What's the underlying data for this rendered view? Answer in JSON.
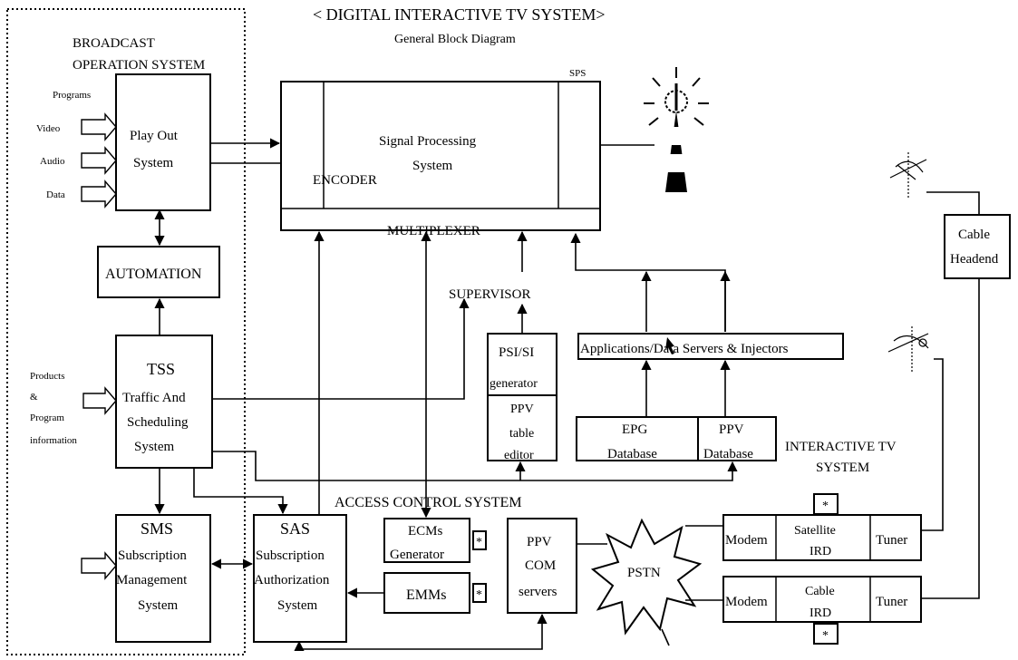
{
  "title": "< DIGITAL INTERACTIVE TV SYSTEM>",
  "subtitle": "General Block Diagram",
  "broadcast": {
    "label_line1": "BROADCAST",
    "label_line2": "OPERATION SYSTEM",
    "inputs": [
      "Programs",
      "Video",
      "Audio",
      "Data"
    ],
    "playout": [
      "Play  Out",
      "System"
    ],
    "automation": "AUTOMATION",
    "tss": [
      "TSS",
      "Traffic And",
      "Scheduling",
      "System"
    ],
    "products": [
      "Products",
      "&",
      "Program",
      "information"
    ],
    "sms": [
      "SMS",
      "Subscription",
      "Management",
      "System"
    ]
  },
  "sps": {
    "tag": "SPS",
    "signal": [
      "Signal Processing",
      "System"
    ],
    "encoder": "ENCODER",
    "multiplexer": "MULTIPLEXER"
  },
  "supervisor": "SUPERVISOR",
  "psi": [
    "PSI/SI",
    "generator"
  ],
  "ppv_table": [
    "PPV",
    "table",
    "editor"
  ],
  "apps": "Applications/Data Servers & Injectors",
  "epg": [
    "EPG",
    "Database"
  ],
  "ppv_db": [
    "PPV",
    "Database"
  ],
  "interactive": [
    "INTERACTIVE TV",
    "SYSTEM"
  ],
  "access_control": "ACCESS CONTROL SYSTEM",
  "sas": [
    "SAS",
    "Subscription",
    "Authorization",
    "System"
  ],
  "ecms": [
    "ECMs",
    "Generator"
  ],
  "emms": "EMMs",
  "star": "*",
  "ppv_com": [
    "PPV",
    "COM",
    "servers"
  ],
  "pstn": "PSTN",
  "satellite_row": {
    "modem": "Modem",
    "ird": [
      "Satellite",
      "IRD"
    ],
    "tuner": "Tuner"
  },
  "cable_row": {
    "modem": "Modem",
    "ird": [
      "Cable",
      "IRD"
    ],
    "tuner": "Tuner"
  },
  "headend": [
    "Cable",
    "Headend"
  ]
}
